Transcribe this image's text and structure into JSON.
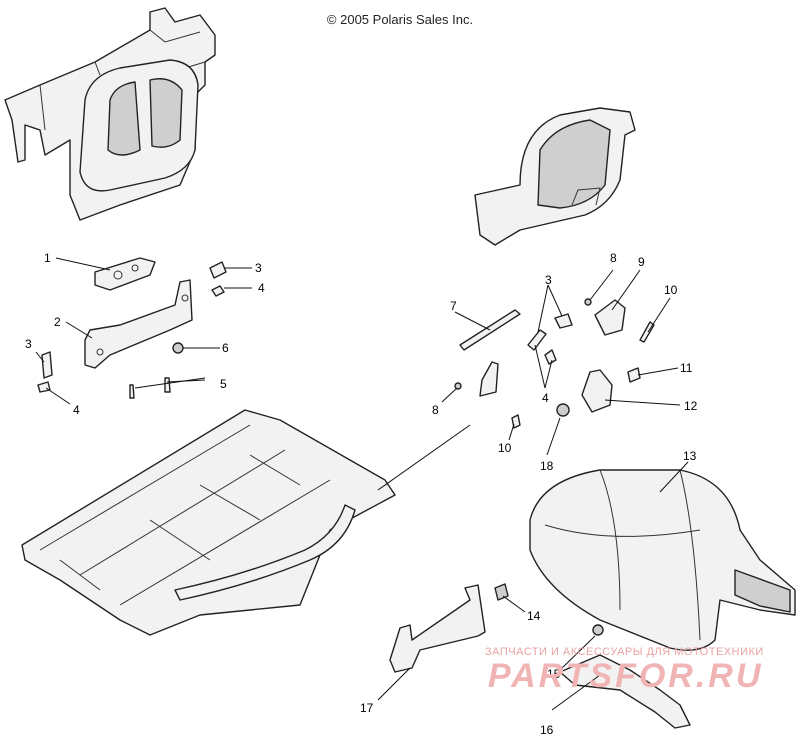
{
  "header": {
    "copyright": "© 2005 Polaris Sales Inc."
  },
  "callouts": [
    {
      "id": "c1",
      "label": "1"
    },
    {
      "id": "c2",
      "label": "2"
    },
    {
      "id": "c3a",
      "label": "3"
    },
    {
      "id": "c3b",
      "label": "3"
    },
    {
      "id": "c3c",
      "label": "3"
    },
    {
      "id": "c4a",
      "label": "4"
    },
    {
      "id": "c4b",
      "label": "4"
    },
    {
      "id": "c4c",
      "label": "4"
    },
    {
      "id": "c5",
      "label": "5"
    },
    {
      "id": "c6",
      "label": "6"
    },
    {
      "id": "c7",
      "label": "7"
    },
    {
      "id": "c8a",
      "label": "8"
    },
    {
      "id": "c8b",
      "label": "8"
    },
    {
      "id": "c9",
      "label": "9"
    },
    {
      "id": "c10a",
      "label": "10"
    },
    {
      "id": "c10b",
      "label": "10"
    },
    {
      "id": "c11",
      "label": "11"
    },
    {
      "id": "c12",
      "label": "12"
    },
    {
      "id": "c13",
      "label": "13"
    },
    {
      "id": "c14",
      "label": "14"
    },
    {
      "id": "c15",
      "label": "15"
    },
    {
      "id": "c16",
      "label": "16"
    },
    {
      "id": "c17",
      "label": "17"
    },
    {
      "id": "c18",
      "label": "18"
    }
  ],
  "watermark": {
    "line1": "ЗАПЧАСТИ И АКСЕССУАРЫ ДЛЯ МОТОТЕХНИКИ",
    "line2": "PARTSFOR.RU"
  }
}
